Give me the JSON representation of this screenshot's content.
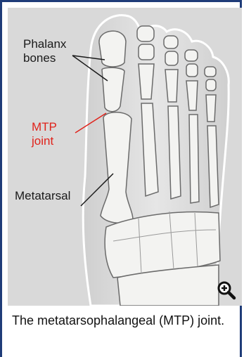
{
  "figure": {
    "labels": {
      "phalanx_bones": "Phalanx\nbones",
      "mtp_joint": "MTP\njoint",
      "metatarsal": "Metatarsal"
    },
    "zoom_icon": "zoom-in-magnifier-icon",
    "colors": {
      "background": "#dcdcdc",
      "bone_fill": "#f3f3f1",
      "bone_outline": "#6b6b6b",
      "highlight_label": "#e0221a",
      "frame_border": "#1f3c78"
    }
  },
  "caption": "The metatarsophalangeal (MTP) joint."
}
